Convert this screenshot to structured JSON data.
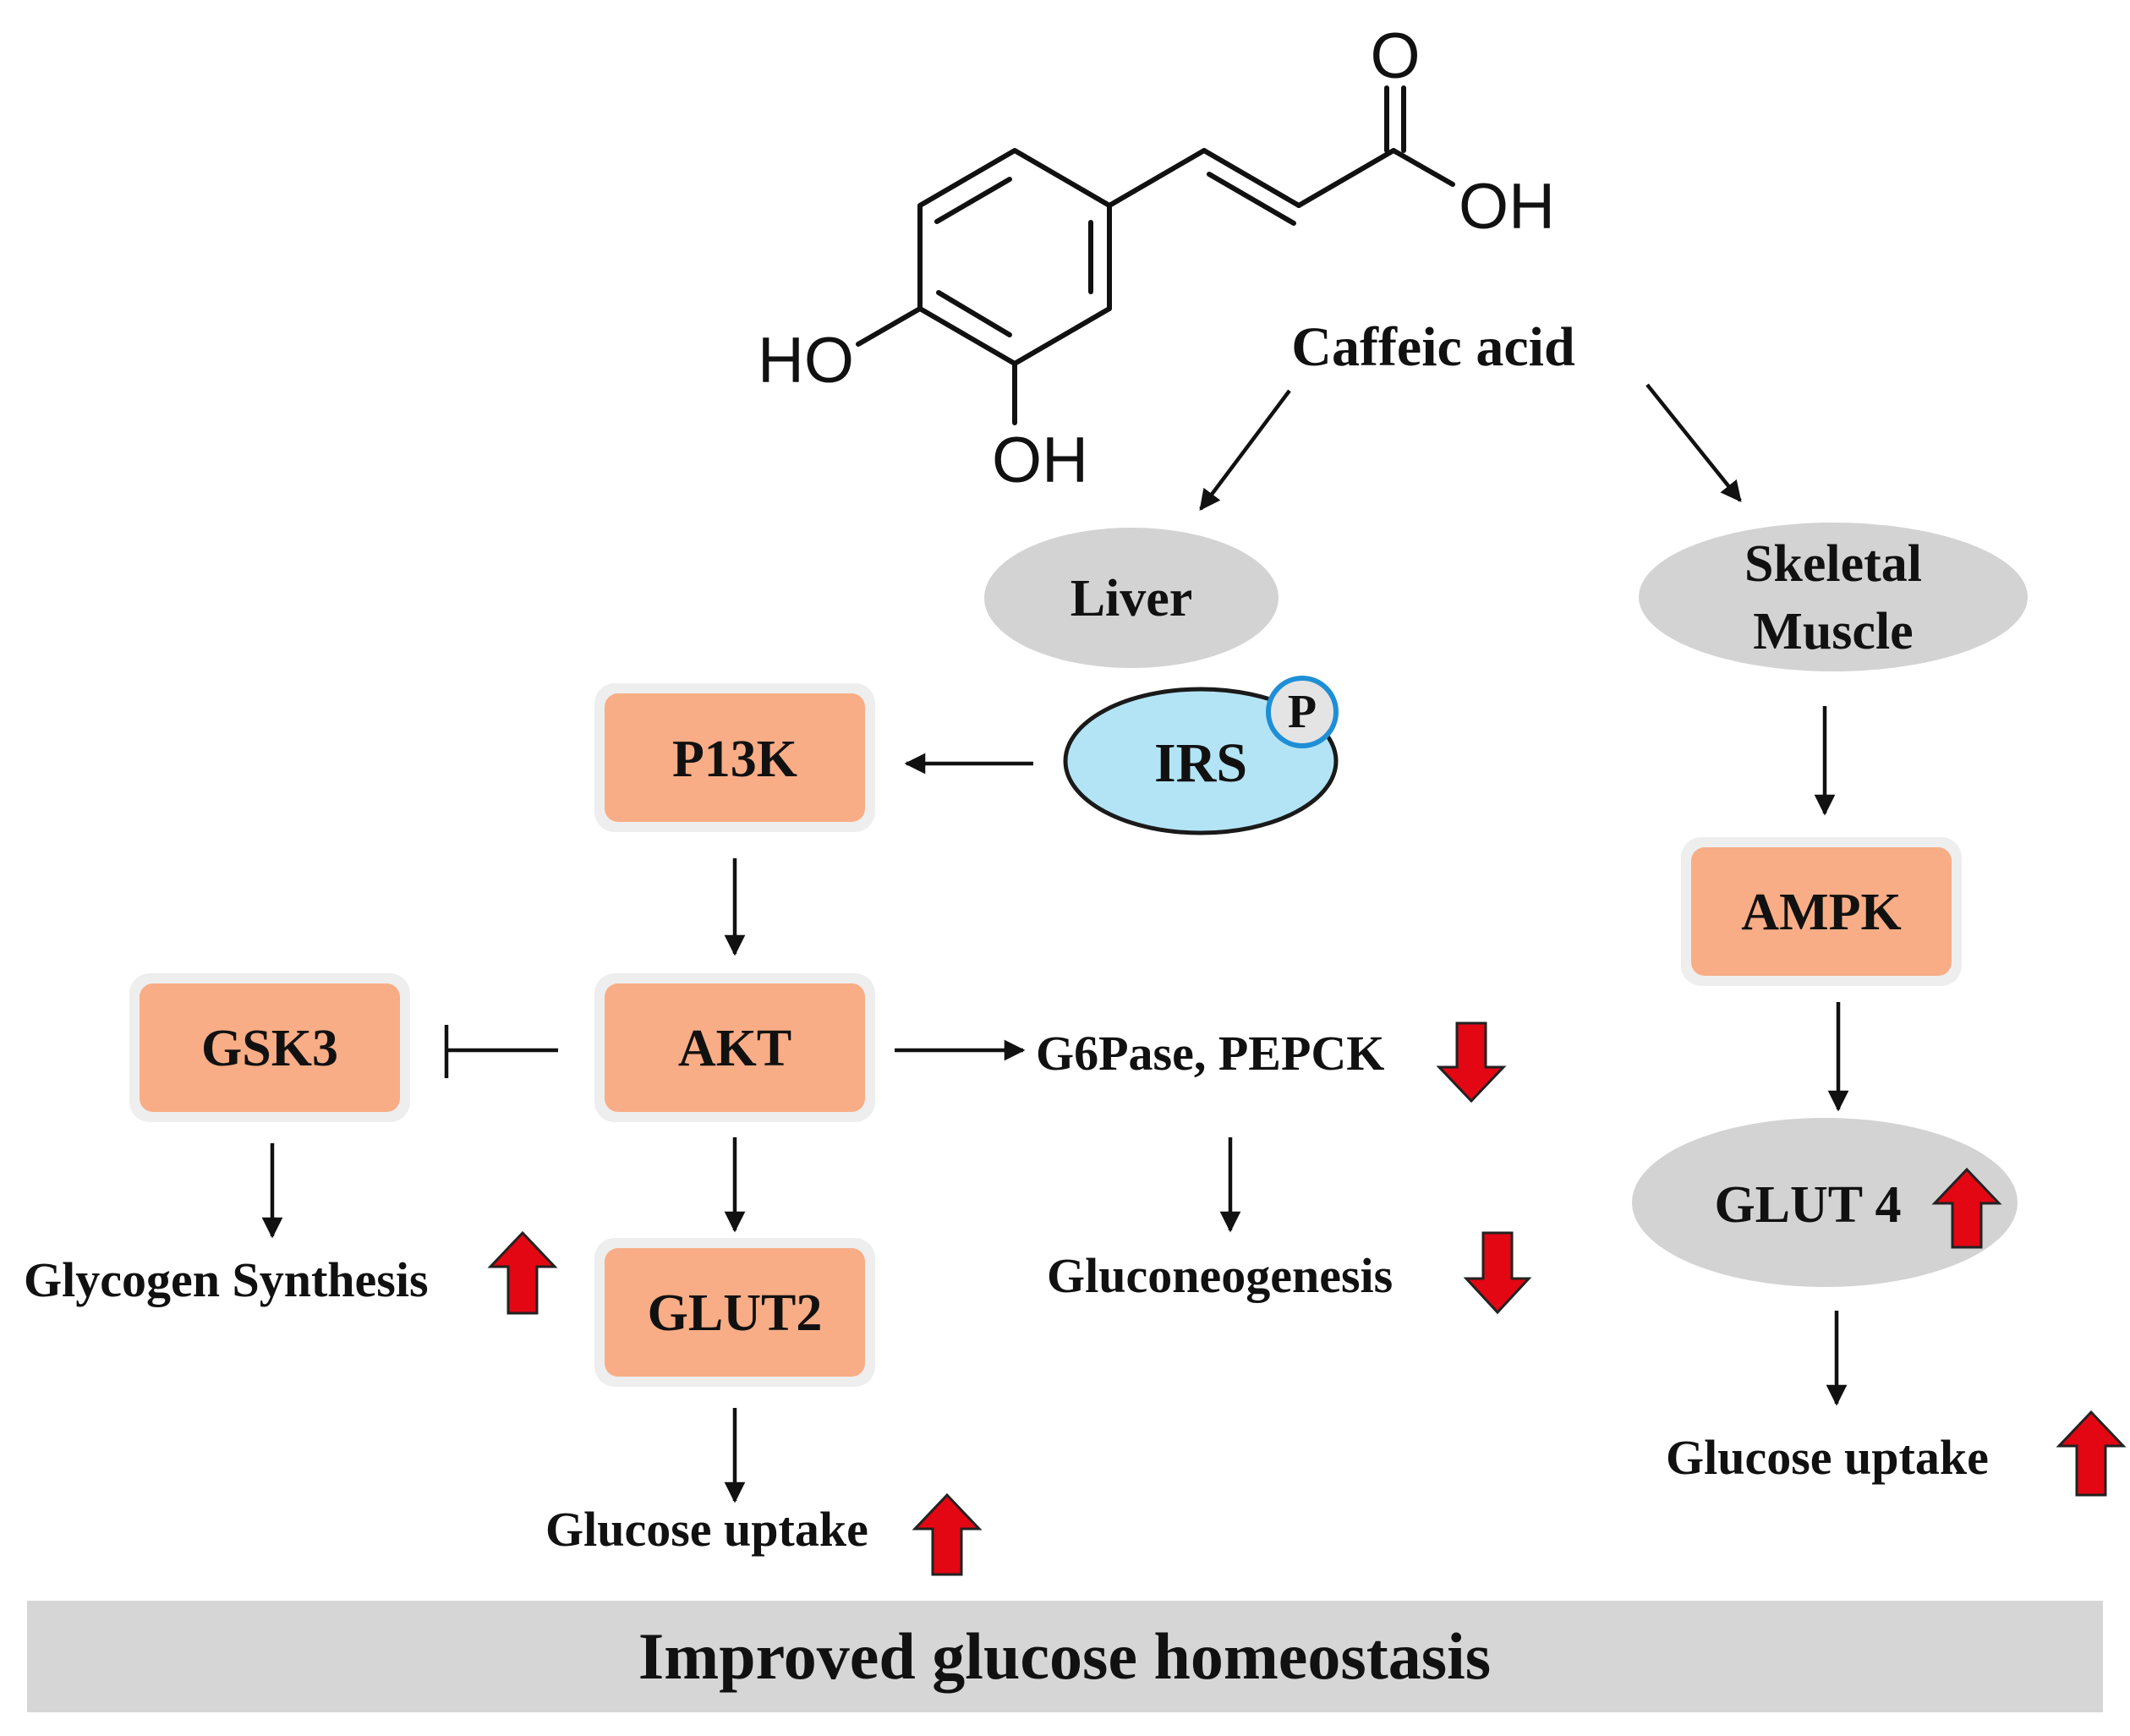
{
  "molecule": {
    "name": "Caffeic acid",
    "atoms": {
      "carbonyl_o": "O",
      "acid_oh": "OH",
      "para_oh": "HO",
      "meta_oh": "OH"
    }
  },
  "tissues": {
    "liver": "Liver",
    "muscle_line1": "Skeletal",
    "muscle_line2": "Muscle"
  },
  "nodes": {
    "irs": "IRS",
    "phospho": "P",
    "pi3k": "P13K",
    "akt": "AKT",
    "gsk3": "GSK3",
    "glut2": "GLUT2",
    "ampk": "AMPK",
    "glut4": "GLUT 4"
  },
  "outcomes": {
    "g6pase_pepck": "G6Pase, PEPCK",
    "gluconeogenesis": "Gluconeogenesis",
    "glycogen_synthesis": "Glycogen Synthesis",
    "glucose_uptake_liver": "Glucose uptake",
    "glucose_uptake_muscle": "Glucose uptake"
  },
  "footer": {
    "banner": "Improved glucose homeostasis"
  },
  "colors": {
    "box_fill": "#f8ad86",
    "box_halo": "#eeeeee",
    "tissue_ellipse": "#d3d3d3",
    "irs_fill": "#b3e4f5",
    "irs_stroke": "#1a1a1a",
    "phospho_stroke": "#1e8fd6",
    "indicator_arrow": "#e30613",
    "banner_fill": "#d6d6d6"
  }
}
